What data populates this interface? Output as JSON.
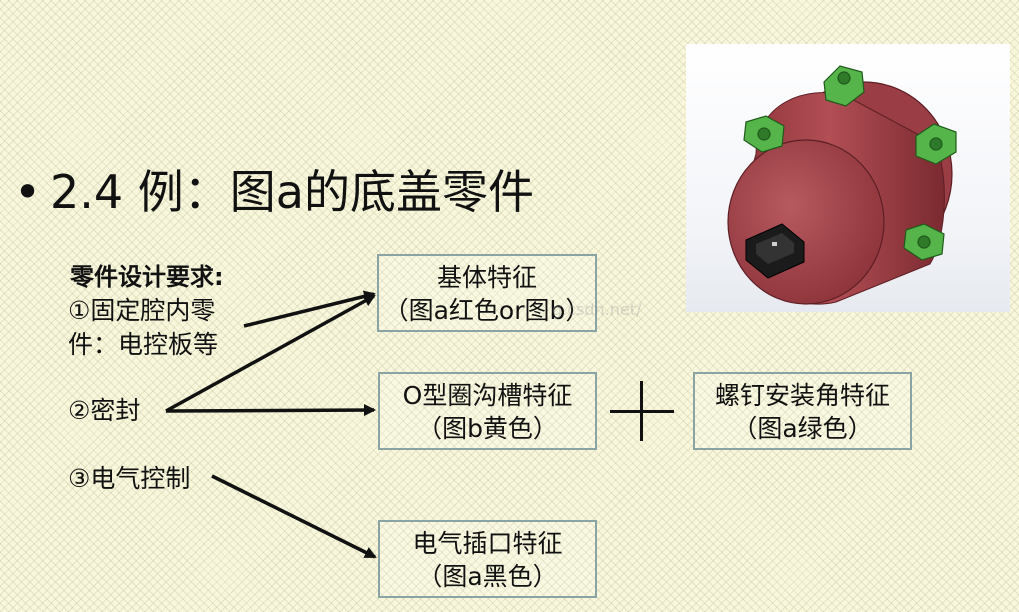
{
  "slide": {
    "bullet": "•",
    "title": "2.4 例：图a的底盖零件"
  },
  "requirements": {
    "heading": "零件设计要求:",
    "item1_line1": "①固定腔内零",
    "item1_line2": "件：电控板等",
    "item2": "②密封",
    "item3": "③电气控制"
  },
  "features": {
    "base": {
      "line1": "基体特征",
      "line2": "（图a红色or图b）"
    },
    "oring": {
      "line1": "O型圈沟槽特征",
      "line2": "（图b黄色）"
    },
    "screw": {
      "line1": "螺钉安装角特征",
      "line2": "（图a绿色）"
    },
    "plug": {
      "line1": "电气插口特征",
      "line2": "（图a黑色）"
    }
  },
  "image": {
    "body_color": "#a8454c",
    "lug_color": "#4fae45",
    "plug_color": "#1a1a1a"
  },
  "watermark": "g.csdn.net/"
}
